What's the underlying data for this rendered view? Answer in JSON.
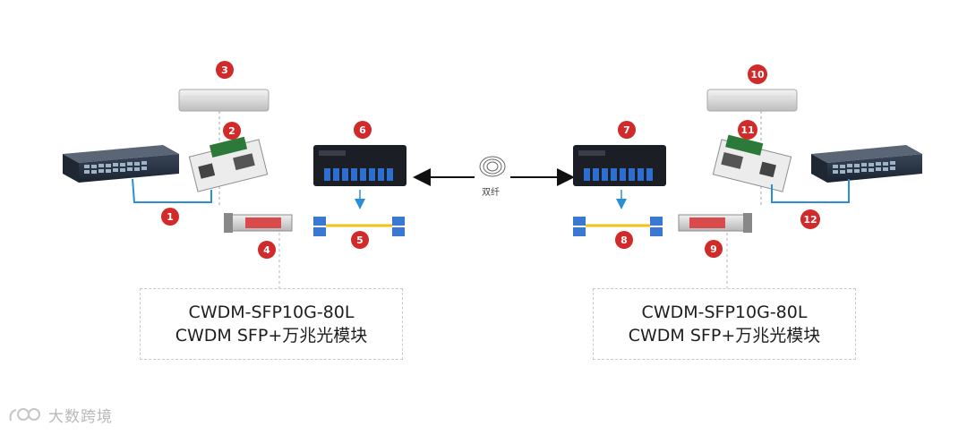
{
  "badges": [
    "1",
    "2",
    "3",
    "4",
    "5",
    "6",
    "7",
    "8",
    "9",
    "10",
    "11",
    "12"
  ],
  "middle_label": "双纤",
  "captions": {
    "left": {
      "line1": "CWDM-SFP10G-80L",
      "line2": "CWDM SFP+万兆光模块"
    },
    "right": {
      "line1": "CWDM-SFP10G-80L",
      "line2": "CWDM SFP+万兆光模块"
    }
  },
  "watermark": "大数跨境",
  "colors": {
    "badge": "#d12a2a",
    "cable_blue": "#2a8fd6",
    "cable_yellow": "#f2c315",
    "mux_body": "#1c1e26",
    "port_blue": "#2d6fd0"
  }
}
